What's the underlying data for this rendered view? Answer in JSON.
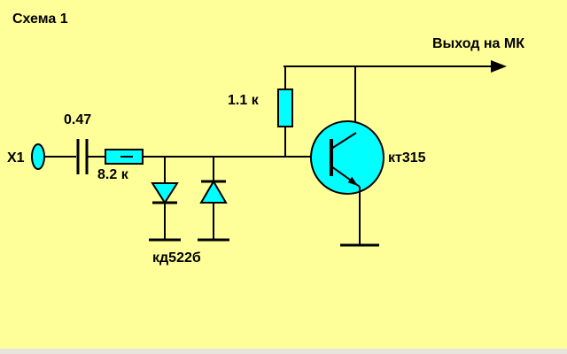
{
  "title": "Схема 1",
  "output": {
    "label": "Выход на МК"
  },
  "components": {
    "input": {
      "label": "Х1",
      "kind": "input-connector"
    },
    "capacitor": {
      "value": "0.47",
      "kind": "capacitor"
    },
    "resistor_series": {
      "value": "8.2 к",
      "kind": "resistor"
    },
    "resistor_top": {
      "value": "1.1 к",
      "kind": "resistor"
    },
    "diode_pair": {
      "part": "кд522б",
      "kind": "anti-parallel-diode-pair"
    },
    "transistor": {
      "part": "кт315",
      "kind": "npn-transistor"
    }
  },
  "colors": {
    "background": "#FFFF99",
    "component_fill": "#00FFFF",
    "line": "#000000",
    "text": "#000000"
  }
}
